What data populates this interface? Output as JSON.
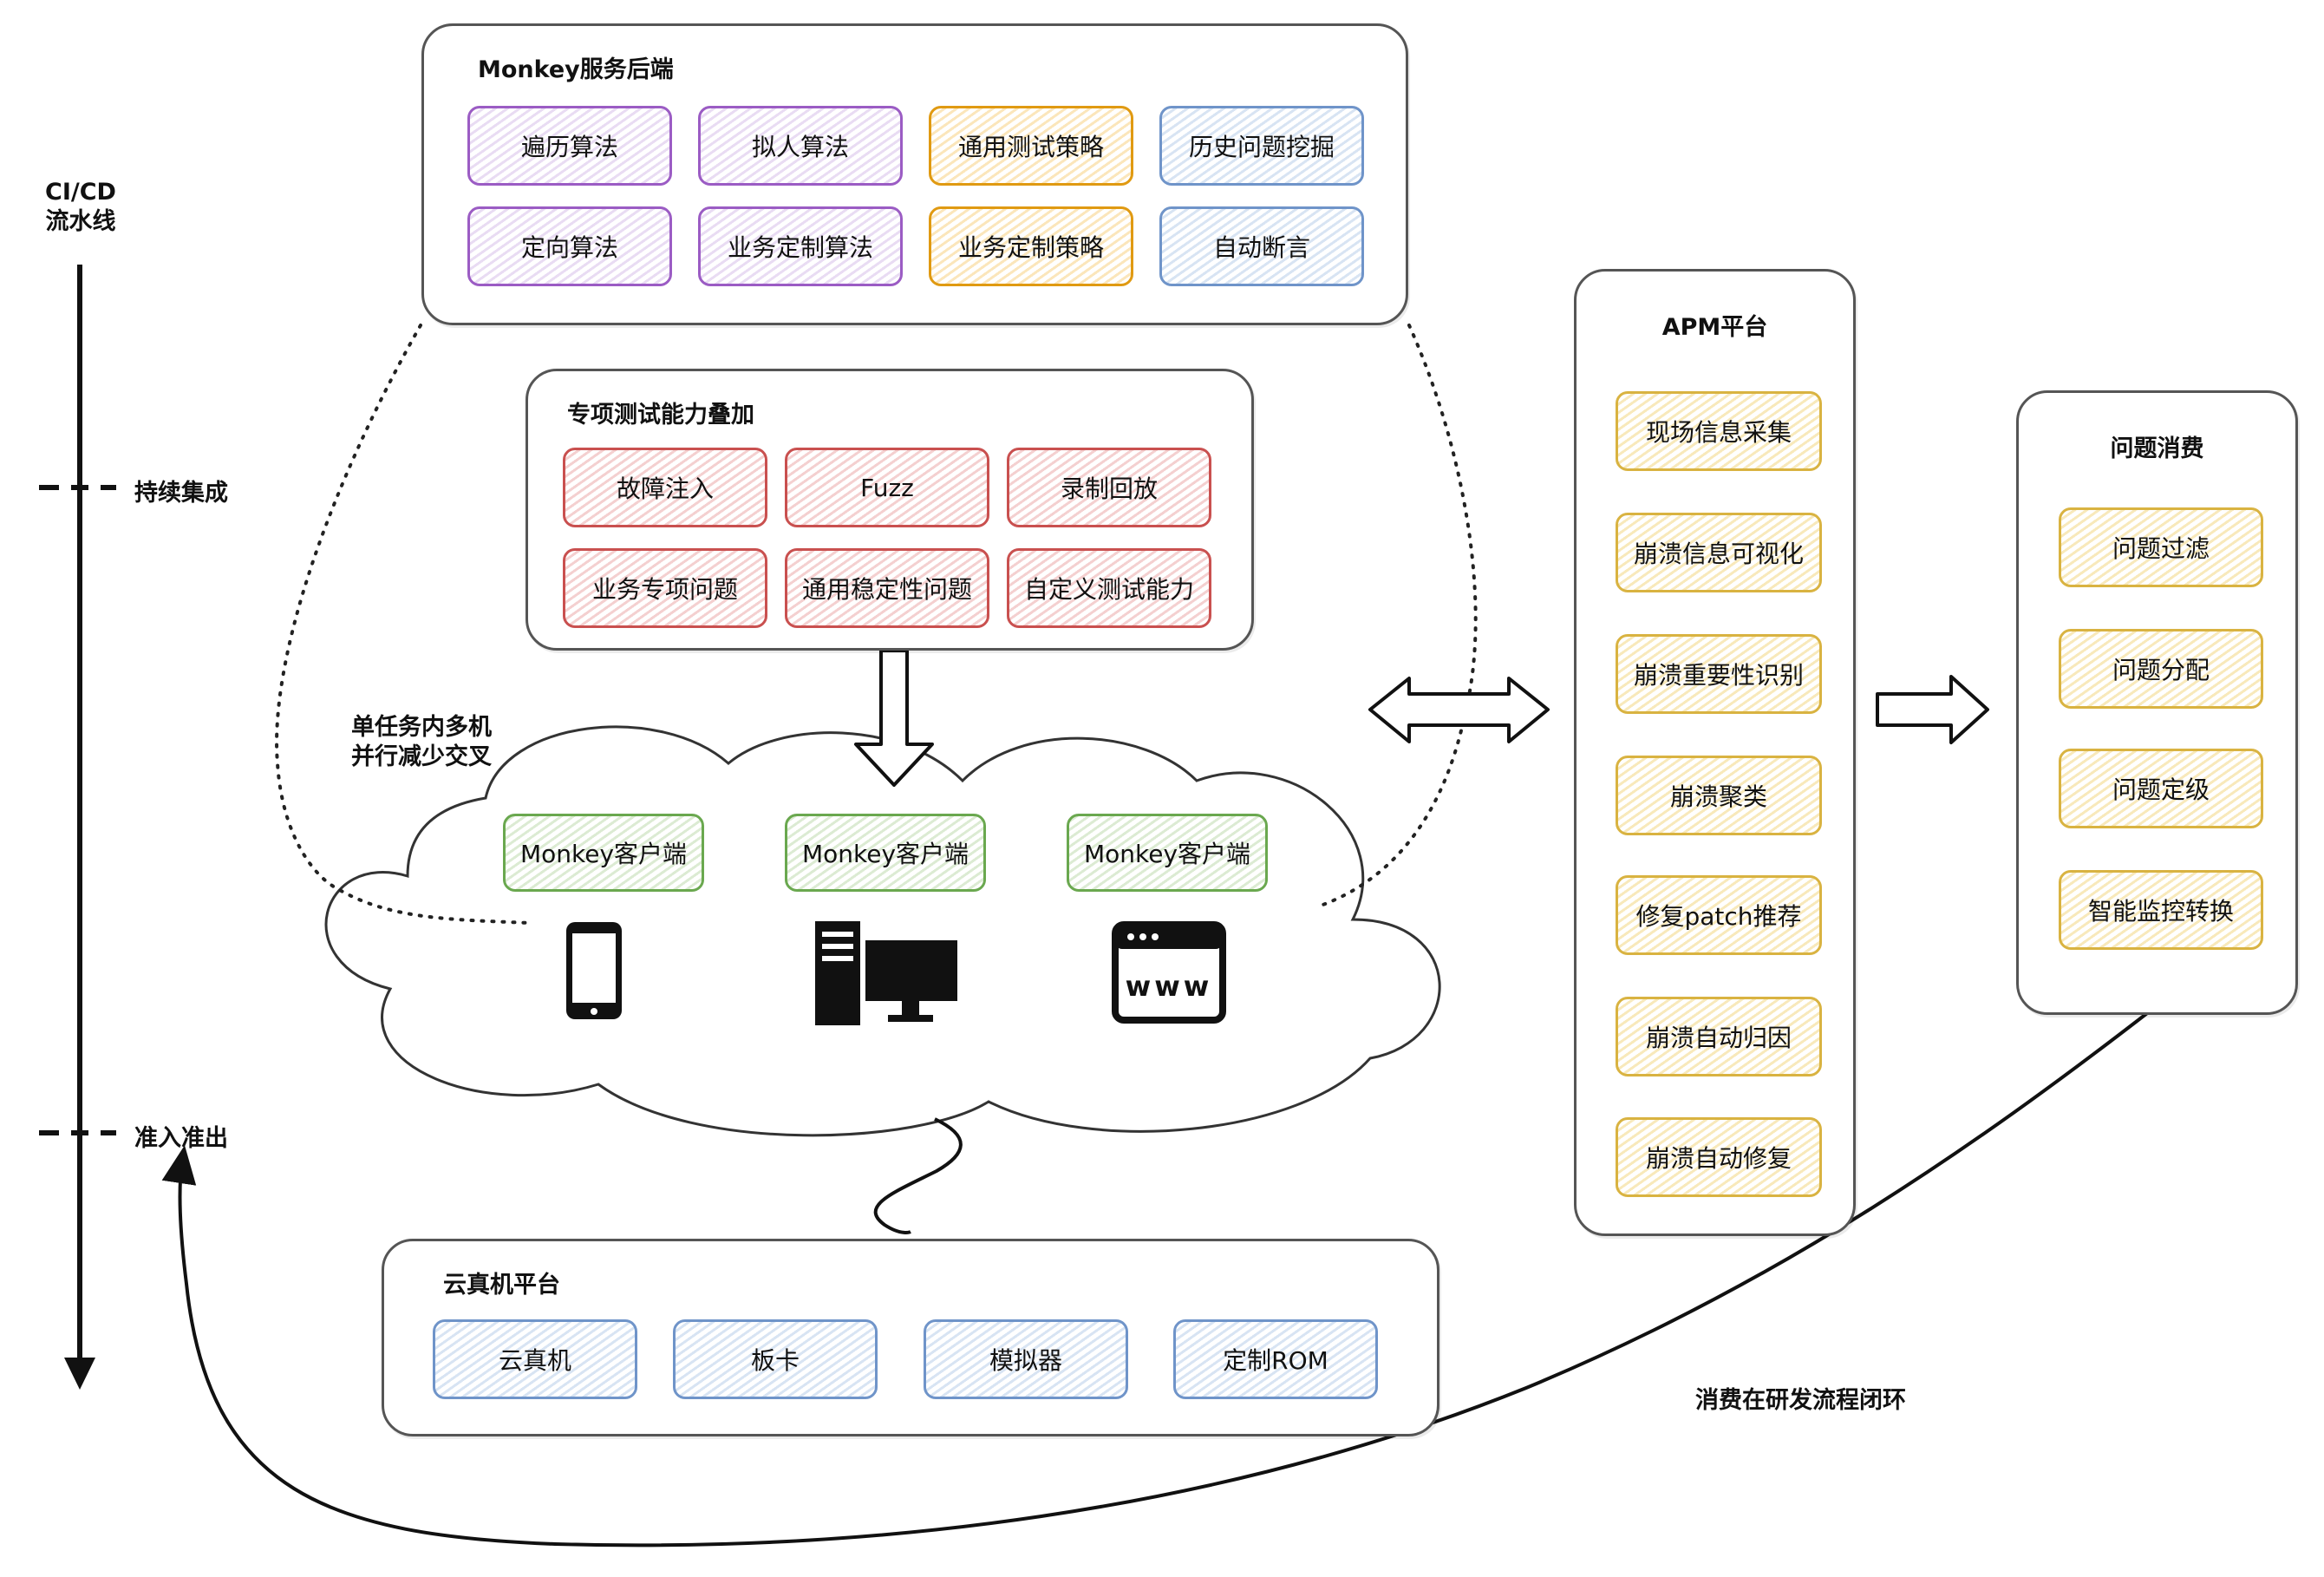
{
  "pipeline": {
    "title_line1": "CI/CD",
    "title_line2": "流水线",
    "stage_ci": "持续集成",
    "stage_gate": "准入准出"
  },
  "monkey_backend": {
    "title": "Monkey服务后端",
    "chips": [
      "遍历算法",
      "拟人算法",
      "通用测试策略",
      "历史问题挖掘",
      "定向算法",
      "业务定制算法",
      "业务定制策略",
      "自动断言"
    ]
  },
  "special_test": {
    "title": "专项测试能力叠加",
    "chips": [
      "故障注入",
      "Fuzz",
      "录制回放",
      "业务专项问题",
      "通用稳定性问题",
      "自定义测试能力"
    ]
  },
  "cloud": {
    "note_line1": "单任务内多机",
    "note_line2": "并行减少交叉",
    "clients": [
      "Monkey客户端",
      "Monkey客户端",
      "Monkey客户端"
    ],
    "icons": [
      "phone-icon",
      "desktop-computer-icon",
      "web-browser-icon"
    ],
    "www_text": "www"
  },
  "device_platform": {
    "title": "云真机平台",
    "chips": [
      "云真机",
      "板卡",
      "模拟器",
      "定制ROM"
    ]
  },
  "apm": {
    "title": "APM平台",
    "chips": [
      "现场信息采集",
      "崩溃信息可视化",
      "崩溃重要性识别",
      "崩溃聚类",
      "修复patch推荐",
      "崩溃自动归因",
      "崩溃自动修复"
    ]
  },
  "issue_consume": {
    "title": "问题消费",
    "chips": [
      "问题过滤",
      "问题分配",
      "问题定级",
      "智能监控转换"
    ]
  },
  "loop_label": "消费在研发流程闭环",
  "colors": {
    "purple": "#9b5cc4",
    "orange": "#e09a12",
    "blue": "#6f94c9",
    "red": "#c9504f",
    "green": "#6aa84f",
    "yellow": "#d9b341"
  }
}
